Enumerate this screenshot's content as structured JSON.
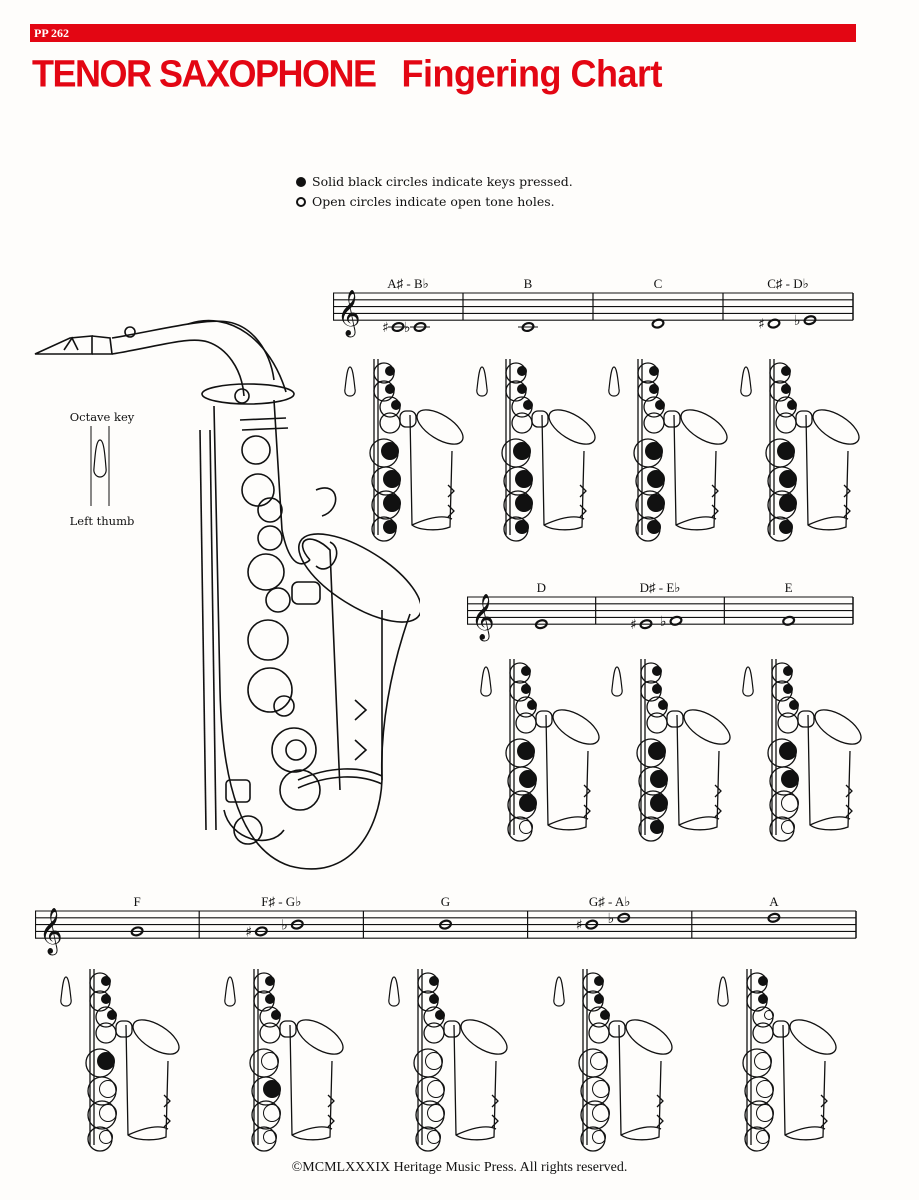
{
  "header": {
    "code": "PP 262",
    "title_main": "TENOR SAXOPHONE",
    "title_sub": "Fingering Chart",
    "accent_color": "#e30613"
  },
  "legend": {
    "solid": {
      "icon": "solid-circle-icon",
      "text": "Solid black circles indicate keys pressed."
    },
    "open": {
      "icon": "open-circle-icon",
      "text": "Open circles indicate open tone holes."
    }
  },
  "thumb_legend": {
    "top_label": "Octave key",
    "bottom_label": "Left thumb"
  },
  "rows": [
    {
      "notes": [
        {
          "label": "A♯ - B♭",
          "pressed": [
            1,
            2,
            3,
            4,
            5,
            6,
            7
          ]
        },
        {
          "label": "B",
          "pressed": [
            1,
            2,
            3,
            4,
            5,
            6,
            7
          ]
        },
        {
          "label": "C",
          "pressed": [
            1,
            2,
            3,
            4,
            5,
            6,
            7
          ]
        },
        {
          "label": "C♯ - D♭",
          "pressed": [
            1,
            2,
            3,
            4,
            5,
            6,
            7
          ]
        }
      ]
    },
    {
      "notes": [
        {
          "label": "D",
          "pressed": [
            1,
            2,
            3,
            4,
            5,
            6
          ]
        },
        {
          "label": "D♯ - E♭",
          "pressed": [
            1,
            2,
            3,
            4,
            5,
            6,
            7
          ]
        },
        {
          "label": "E",
          "pressed": [
            1,
            2,
            3,
            4,
            5
          ]
        }
      ]
    },
    {
      "notes": [
        {
          "label": "F",
          "pressed": [
            1,
            2,
            3,
            4
          ]
        },
        {
          "label": "F♯ - G♭",
          "pressed": [
            1,
            2,
            3,
            5
          ]
        },
        {
          "label": "G",
          "pressed": [
            1,
            2,
            3
          ]
        },
        {
          "label": "G♯ - A♭",
          "pressed": [
            1,
            2,
            3
          ]
        },
        {
          "label": "A",
          "pressed": [
            1,
            2
          ]
        }
      ]
    }
  ],
  "footer": {
    "copyright": "©MCMLXXXIX Heritage Music Press. All rights reserved."
  }
}
